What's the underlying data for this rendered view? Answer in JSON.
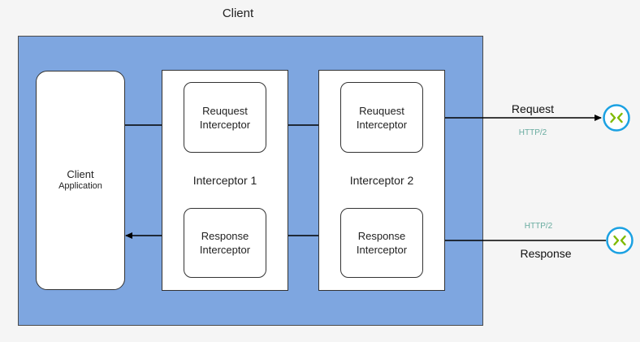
{
  "diagram": {
    "client_title": "Client",
    "client_app": {
      "line1": "Client",
      "line2": "Application"
    },
    "interceptors": [
      {
        "label": "Interceptor 1",
        "request_line1": "Reuquest",
        "request_line2": "Interceptor",
        "response_line1": "Response",
        "response_line2": "Interceptor"
      },
      {
        "label": "Interceptor 2",
        "request_line1": "Reuquest",
        "request_line2": "Interceptor",
        "response_line1": "Response",
        "response_line2": "Interceptor"
      }
    ],
    "request": {
      "label": "Request",
      "protocol": "HTTP/2"
    },
    "response": {
      "label": "Response",
      "protocol": "HTTP/2"
    }
  },
  "colors": {
    "client_fill": "#7ea6e0",
    "box_fill": "#ffffff",
    "stroke": "#000000",
    "protocol_text": "#67ab9f",
    "endpoint_fill": "#1ba1e2",
    "endpoint_glyph": "#7fba00"
  },
  "icons": {
    "endpoint": "grpc-endpoint-icon"
  }
}
